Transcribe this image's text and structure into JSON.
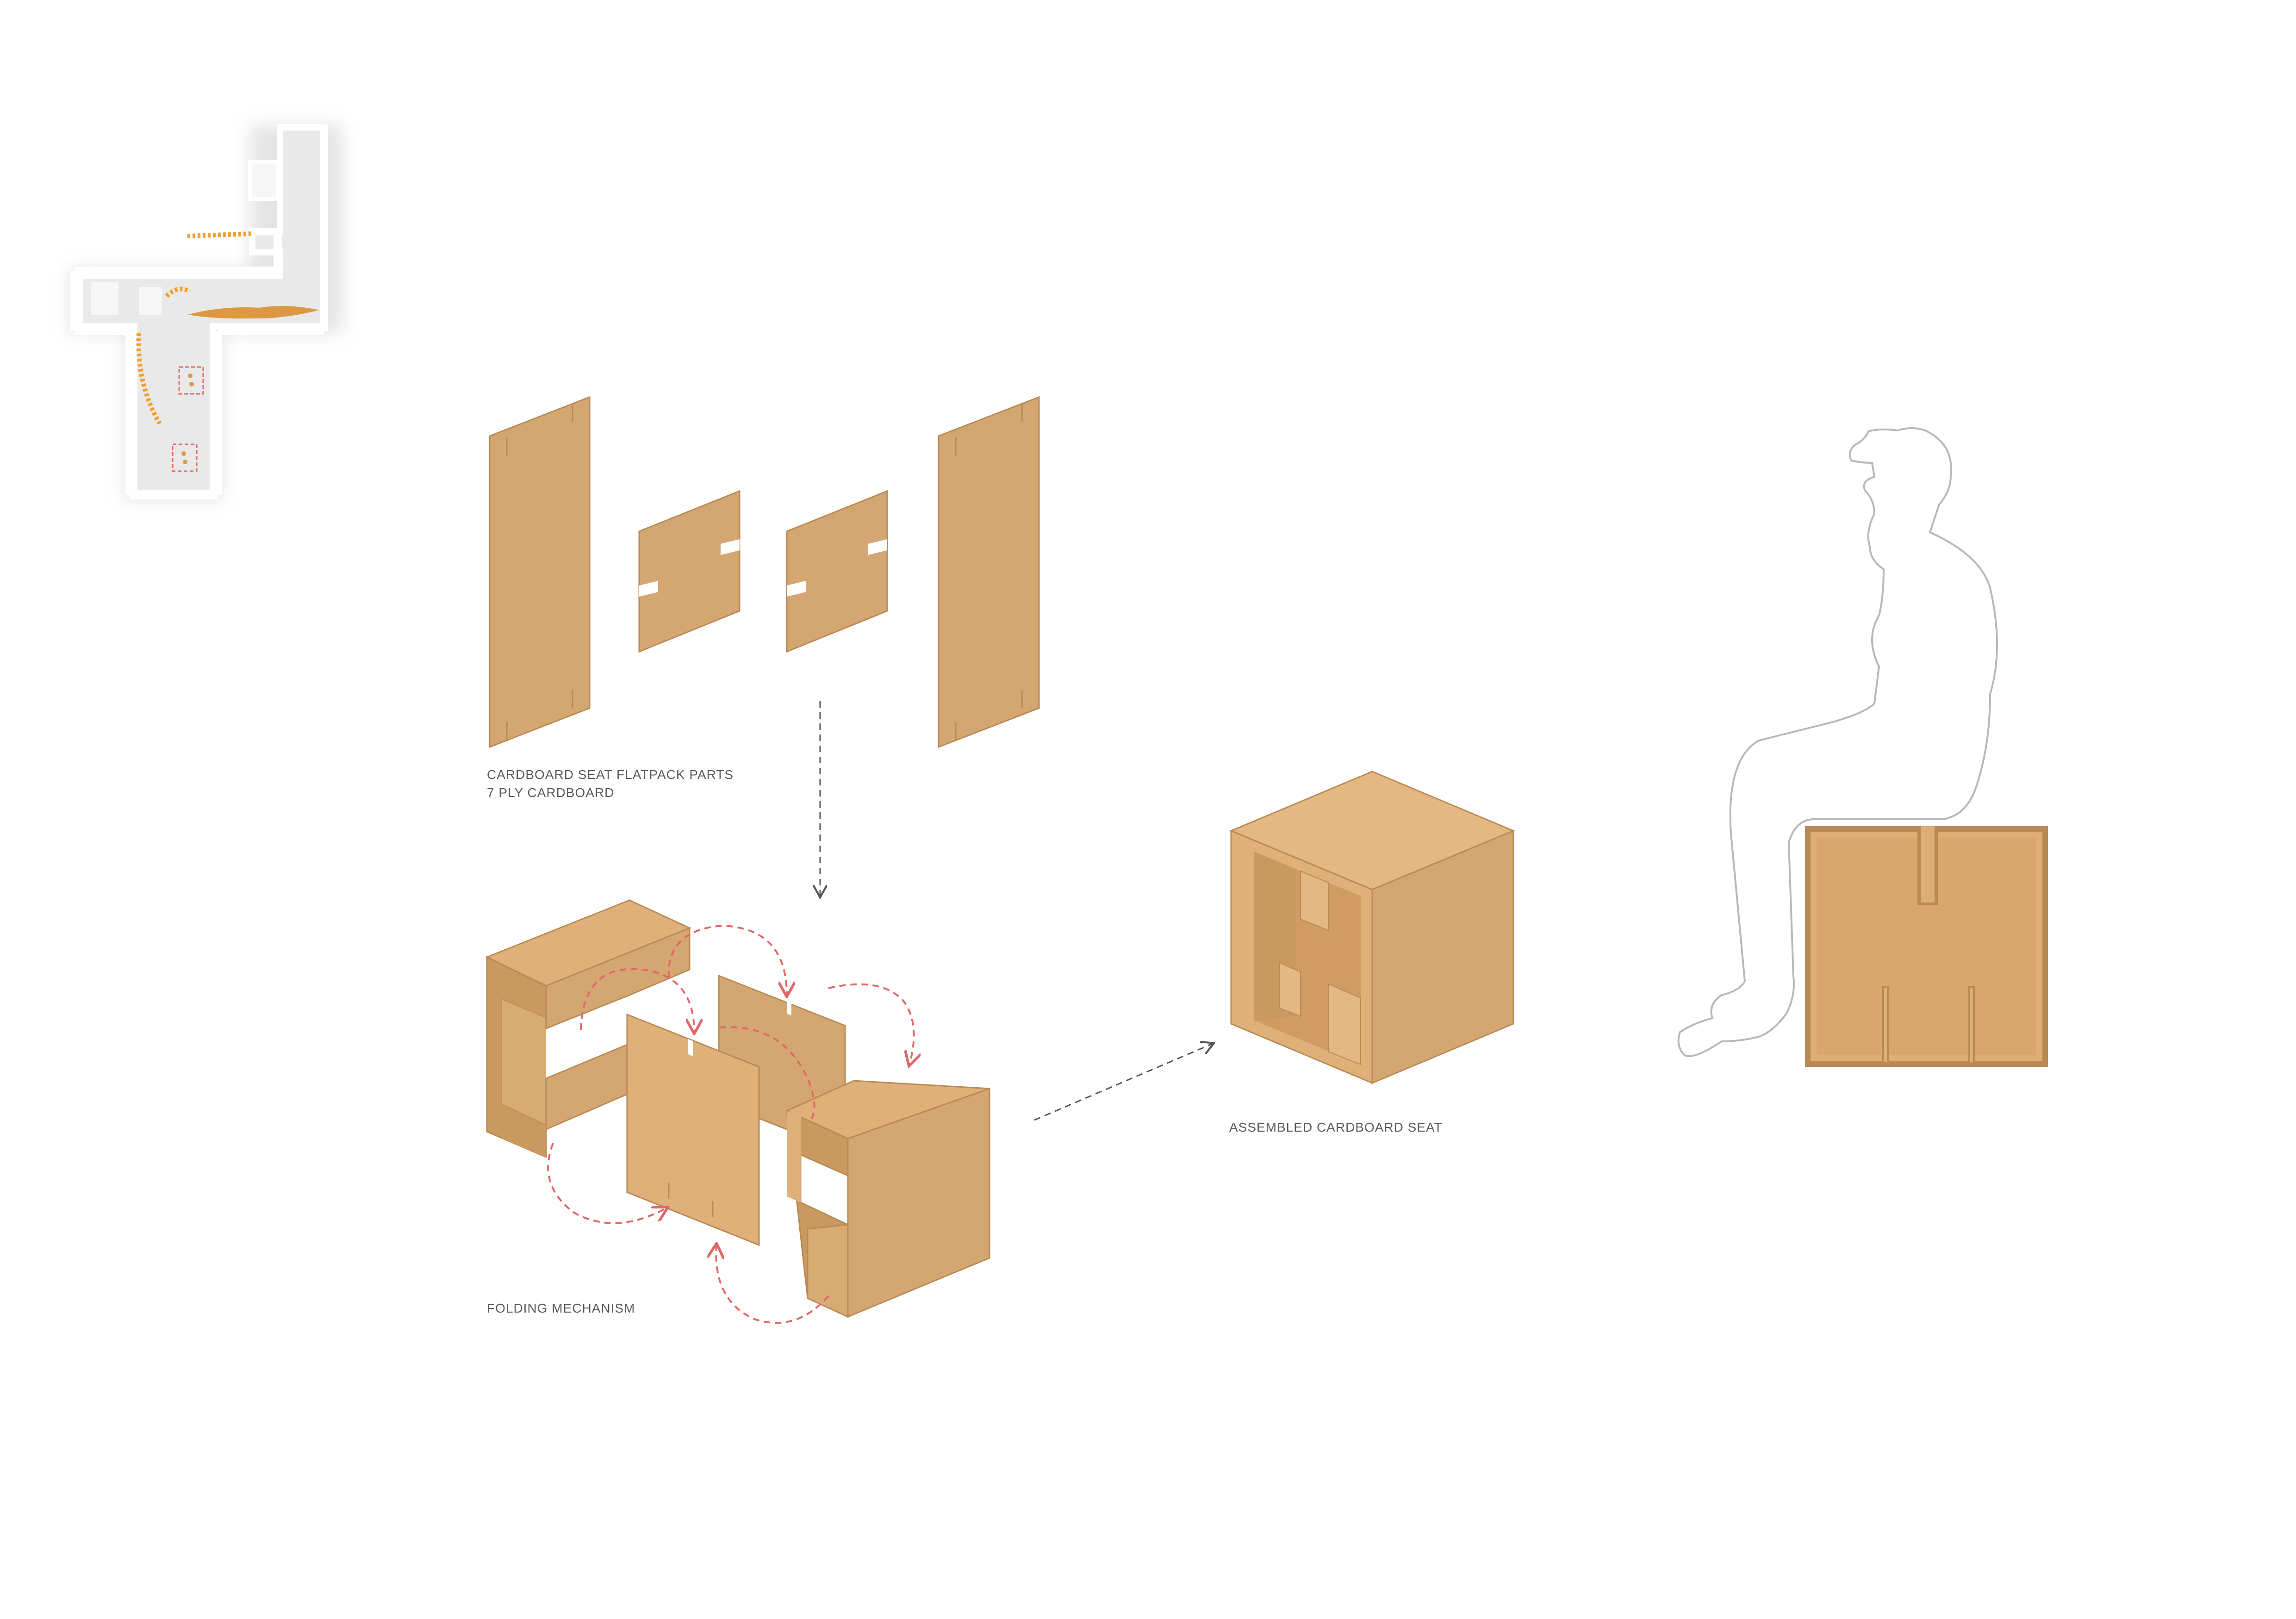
{
  "captions": {
    "flatpack_line1": "CARDBOARD SEAT FLATPACK PARTS",
    "flatpack_line2": "7 PLY CARDBOARD",
    "folding": "FOLDING MECHANISM",
    "assembled": "ASSEMBLED CARDBOARD SEAT"
  },
  "colors": {
    "card_light": "#dfb07a",
    "card_mid": "#d4a672",
    "card_dark": "#c99960",
    "card_edge": "#b98a55",
    "fold_arrow": "#e06868",
    "flow_arrow": "#555555",
    "figure_outline": "#b8b8b8",
    "plan_path": "#f0a030"
  },
  "icons": {
    "flow_arrow_down": "dashed-arrow-down",
    "flow_arrow_right": "dashed-arrow-right",
    "fold_arrows": "dashed-curved-arrows",
    "person": "seated-person-silhouette"
  }
}
